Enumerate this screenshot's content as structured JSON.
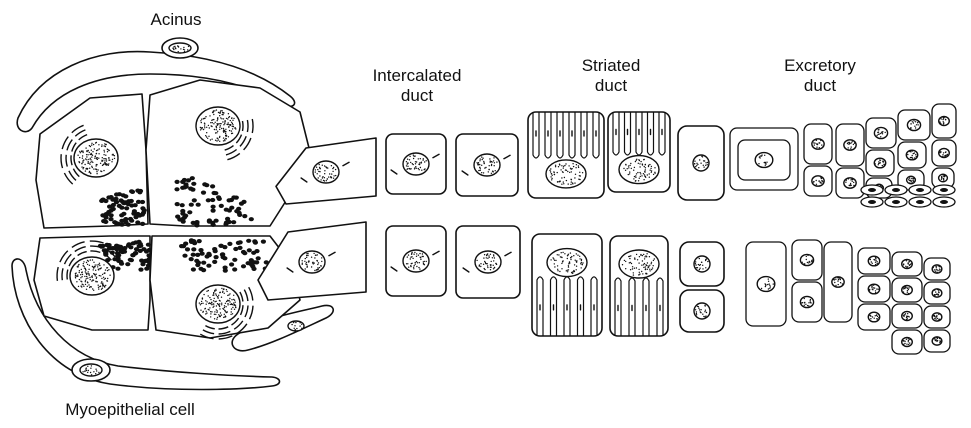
{
  "labels": {
    "acinus": "Acinus",
    "intercalated_line1": "Intercalated",
    "intercalated_line2": "duct",
    "striated_line1": "Striated",
    "striated_line2": "duct",
    "excretory_line1": "Excretory",
    "excretory_line2": "duct",
    "myoepithelial": "Myoepithelial cell"
  },
  "colors": {
    "ink": "#111111",
    "background": "#ffffff"
  }
}
